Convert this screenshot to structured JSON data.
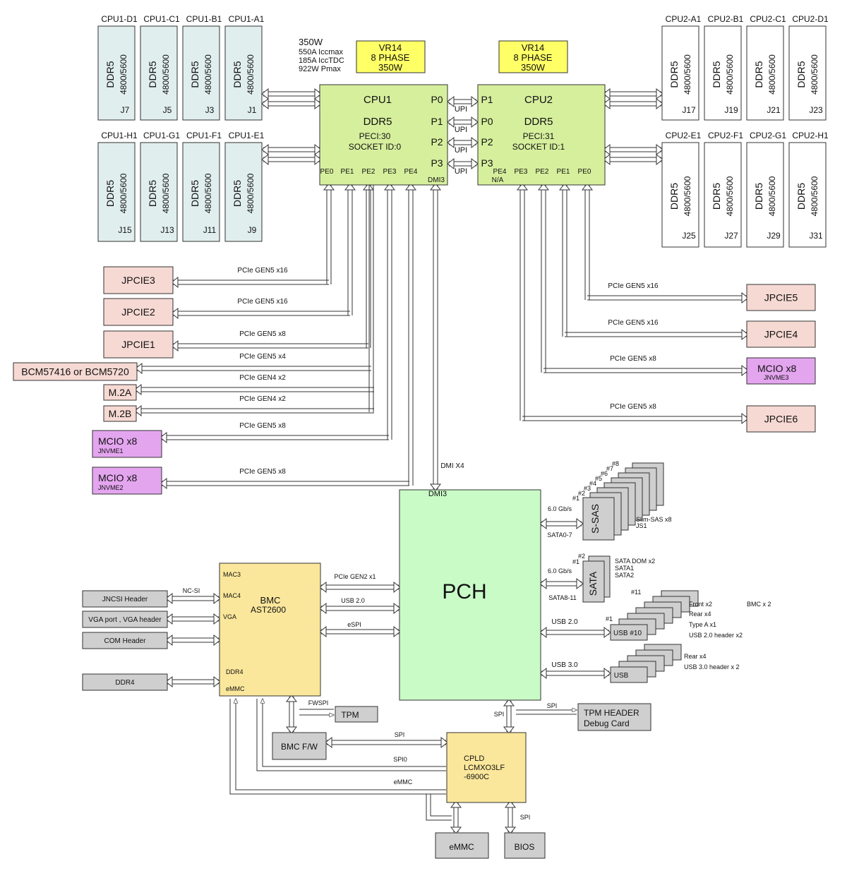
{
  "cpu1": {
    "title": "CPU1",
    "mem": "DDR5",
    "peci": "PECI:30",
    "socket": "SOCKET ID:0",
    "ports": [
      "P0",
      "P1",
      "P2",
      "P3"
    ],
    "pe": [
      "PE0",
      "PE1",
      "PE2",
      "PE3",
      "PE4"
    ],
    "dmi": "DMI3"
  },
  "cpu2": {
    "title": "CPU2",
    "mem": "DDR5",
    "peci": "PECI:31",
    "socket": "SOCKET ID:1",
    "ports": [
      "P1",
      "P0",
      "P2",
      "P3"
    ],
    "pe": [
      "PE4",
      "PE3",
      "PE2",
      "PE1",
      "PE0"
    ],
    "pe4_note": "N/A"
  },
  "upi": "UPI",
  "vr": {
    "line1": "VR14",
    "line2": "8 PHASE",
    "line3": "350W"
  },
  "power": {
    "watts": "350W",
    "iccmax": "550A Iccmax",
    "icctdc": "185A IccTDC",
    "pmax": "922W Pmax"
  },
  "dimm_type": "DDR5",
  "dimm_speed": "4800/5600",
  "dimms_cpu1_top": [
    {
      "name": "CPU1-D1",
      "slot": "J7"
    },
    {
      "name": "CPU1-C1",
      "slot": "J5"
    },
    {
      "name": "CPU1-B1",
      "slot": "J3"
    },
    {
      "name": "CPU1-A1",
      "slot": "J1"
    }
  ],
  "dimms_cpu1_bot": [
    {
      "name": "CPU1-H1",
      "slot": "J15"
    },
    {
      "name": "CPU1-G1",
      "slot": "J13"
    },
    {
      "name": "CPU1-F1",
      "slot": "J11"
    },
    {
      "name": "CPU1-E1",
      "slot": "J9"
    }
  ],
  "dimms_cpu2_top": [
    {
      "name": "CPU2-A1",
      "slot": "J17"
    },
    {
      "name": "CPU2-B1",
      "slot": "J19"
    },
    {
      "name": "CPU2-C1",
      "slot": "J21"
    },
    {
      "name": "CPU2-D1",
      "slot": "J23"
    }
  ],
  "dimms_cpu2_bot": [
    {
      "name": "CPU2-E1",
      "slot": "J25"
    },
    {
      "name": "CPU2-F1",
      "slot": "J27"
    },
    {
      "name": "CPU2-G1",
      "slot": "J29"
    },
    {
      "name": "CPU2-H1",
      "slot": "J31"
    }
  ],
  "left_devices": [
    {
      "name": "JPCIE3",
      "sub": "",
      "link": "PCIe GEN5 x16",
      "color": "pink"
    },
    {
      "name": "JPCIE2",
      "sub": "",
      "link": "PCIe GEN5 x16",
      "color": "pink"
    },
    {
      "name": "JPCIE1",
      "sub": "",
      "link": "PCIe GEN5 x8",
      "color": "pink"
    },
    {
      "name": "BCM57416 or BCM5720",
      "sub": "",
      "link": "PCIe GEN5 x4",
      "color": "pink"
    },
    {
      "name": "M.2A",
      "sub": "",
      "link": "PCIe GEN4 x2",
      "color": "pink"
    },
    {
      "name": "M.2B",
      "sub": "",
      "link": "PCIe GEN4 x2",
      "color": "pink"
    },
    {
      "name": "MCIO x8",
      "sub": "JNVME1",
      "link": "PCIe GEN5 x8",
      "color": "purple"
    },
    {
      "name": "MCIO x8",
      "sub": "JNVME2",
      "link": "PCIe GEN5 x8",
      "color": "purple"
    }
  ],
  "right_devices": [
    {
      "name": "JPCIE5",
      "sub": "",
      "link": "PCIe GEN5 x16",
      "color": "pink"
    },
    {
      "name": "JPCIE4",
      "sub": "",
      "link": "PCIe GEN5 x16",
      "color": "pink"
    },
    {
      "name": "MCIO x8",
      "sub": "JNVME3",
      "link": "PCIe GEN5 x8",
      "color": "purple"
    },
    {
      "name": "JPCIE6",
      "sub": "",
      "link": "PCIe GEN5 x8",
      "color": "pink"
    }
  ],
  "dmi_label": "DMI X4",
  "pch": {
    "title": "PCH",
    "dmi": "DMI3"
  },
  "sas": {
    "label": "S-SAS",
    "speed": "6.0 Gb/s",
    "range": "SATA0-7",
    "desc1": "Slim-SAS x8",
    "desc2": "JS1",
    "nums": [
      "#1",
      "#2",
      "#3",
      "#4",
      "#5",
      "#6",
      "#7",
      "#8"
    ]
  },
  "sata": {
    "label": "SATA",
    "speed": "6.0 Gb/s",
    "range": "SATA8-11",
    "nums": [
      "#1",
      "#2"
    ],
    "desc1": "SATA DOM x2",
    "desc2": "SATA1",
    "desc3": "SATA2"
  },
  "usb2": {
    "bus": "USB 2.0",
    "label": "USB #10",
    "n1": "#1",
    "n11": "#11",
    "notes": [
      "Front x2",
      "Rear x4",
      "Type A x1",
      "USB 2.0 header x2"
    ],
    "bmc_note": "BMC x 2"
  },
  "usb3": {
    "bus": "USB 3.0",
    "label": "USB",
    "notes": [
      "Rear x4",
      "USB 3.0 header x 2"
    ]
  },
  "bmc": {
    "title": "BMC",
    "model": "AST2600",
    "mac3": "MAC3",
    "mac4": "MAC4",
    "vga": "VGA",
    "ddr4": "DDR4",
    "emmc": "eMMC"
  },
  "bmc_links": {
    "pcie": "PCIe GEN2 x1",
    "usb": "USB 2.0",
    "espi": "eSPI"
  },
  "bmc_left": [
    {
      "name": "JNCSI Header",
      "link": "NC-SI"
    },
    {
      "name": "VGA port , VGA header",
      "link": ""
    },
    {
      "name": "COM Header",
      "link": ""
    },
    {
      "name": "DDR4",
      "link": ""
    }
  ],
  "tpm": {
    "name": "TPM",
    "link": "FWSPI"
  },
  "bmcfw": {
    "name": "BMC F/W"
  },
  "tpm_header": {
    "line1": "TPM HEADER",
    "line2": "Debug Card",
    "link": "SPI"
  },
  "cpld": {
    "line1": "CPLD",
    "line2": "LCMXO3LF",
    "line3": "-6900C",
    "pch_link": "SPI",
    "links": [
      "SPI",
      "SPI0",
      "eMMC"
    ]
  },
  "emmc": {
    "name": "eMMC"
  },
  "bios": {
    "name": "BIOS",
    "link": "SPI"
  }
}
